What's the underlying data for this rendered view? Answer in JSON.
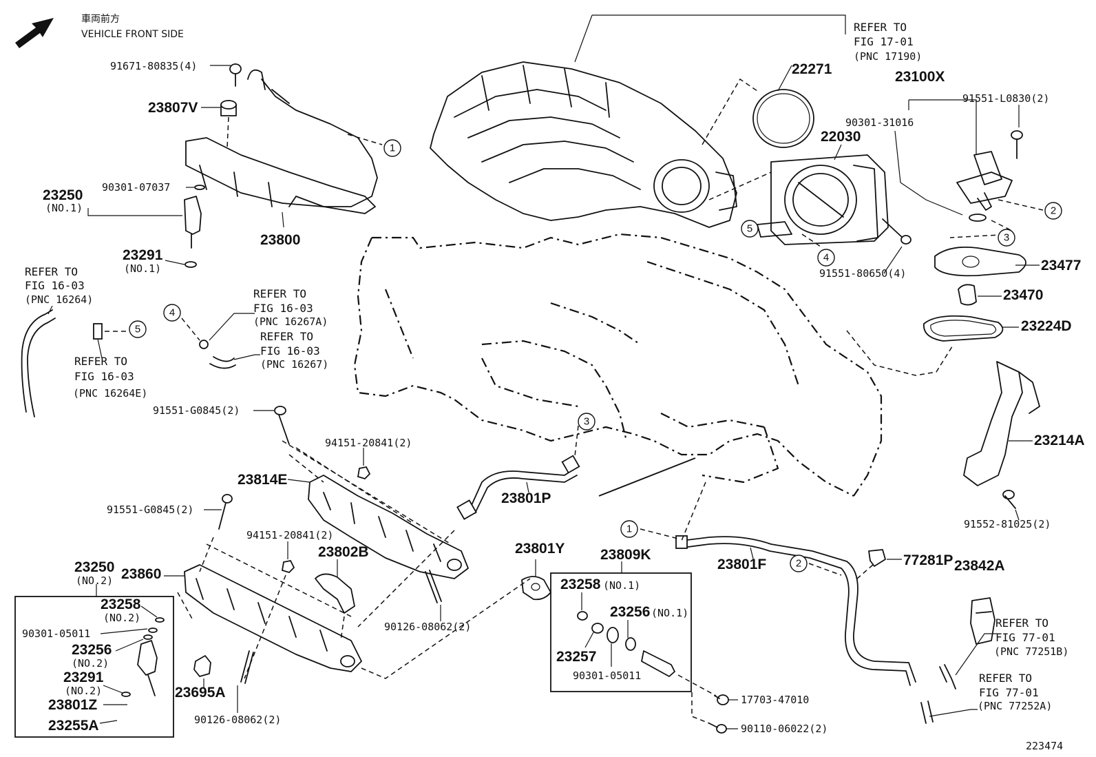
{
  "header": {
    "direction_jp": "車両前方",
    "direction_en": "VEHICLE FRONT SIDE"
  },
  "figure_number": "223474",
  "part_labels": {
    "p91671_80835": "91671-80835(4)",
    "p23807V": "23807V",
    "p23250_no1": "23250",
    "p23250_no1_sub": "(NO.1)",
    "p90301_07037": "90301-07037",
    "p23800": "23800",
    "p23291_no1": "23291",
    "p23291_no1_sub": "(NO.1)",
    "p22271": "22271",
    "p22030": "22030",
    "p23100X": "23100X",
    "p90301_31016": "90301-31016",
    "p91551_L0830": "91551-L0830(2)",
    "p91551_80650": "91551-80650(4)",
    "p23477": "23477",
    "p23470": "23470",
    "p23224D": "23224D",
    "p23214A": "23214A",
    "p91552_81025": "91552-81025(2)",
    "p91551_G0845_a": "91551-G0845(2)",
    "p94151_20841_a": "94151-20841(2)",
    "p23814E": "23814E",
    "p23801P": "23801P",
    "p91551_G0845_b": "91551-G0845(2)",
    "p94151_20841_b": "94151-20841(2)",
    "p23802B": "23802B",
    "p23801Y": "23801Y",
    "p23809K": "23809K",
    "p23801F": "23801F",
    "p77281P": "77281P",
    "p23842A": "23842A",
    "p23250_no2": "23250",
    "p23250_no2_sub": "(NO.2)",
    "p23860": "23860",
    "p23258_no2": "23258",
    "p23258_no2_sub": "(NO.2)",
    "p90301_05011_a": "90301-05011",
    "p23256_no2": "23256",
    "p23256_no2_sub": "(NO.2)",
    "p23291_no2": "23291",
    "p23291_no2_sub": "(NO.2)",
    "p23801Z": "23801Z",
    "p23255A": "23255A",
    "p23695A": "23695A",
    "p90126_08062_a": "90126-08062(2)",
    "p90126_08062_b": "90126-08062(2)",
    "p23258_no1": "23258",
    "p23258_no1_sub": "(NO.1)",
    "p23256_no1": "23256",
    "p23256_no1_sub": "(NO.1)",
    "p23257": "23257",
    "p90301_05011_b": "90301-05011",
    "p17703_47010": "17703-47010",
    "p90110_06022": "90110-06022(2)"
  },
  "references": {
    "ref_17_01": [
      "REFER TO",
      "FIG 17-01",
      "(PNC 17190)"
    ],
    "ref_16264": [
      "REFER TO",
      "FIG 16-03",
      "(PNC 16264)"
    ],
    "ref_16267A": [
      "REFER TO",
      "FIG 16-03",
      "(PNC 16267A)"
    ],
    "ref_16267": [
      "REFER TO",
      "FIG 16-03",
      "(PNC 16267)"
    ],
    "ref_16264E": [
      "REFER TO",
      "FIG 16-03",
      "(PNC 16264E)"
    ],
    "ref_77251B": [
      "REFER TO",
      "FIG 77-01",
      "(PNC 77251B)"
    ],
    "ref_77252A": [
      "REFER TO",
      "FIG 77-01",
      "(PNC 77252A)"
    ]
  },
  "callouts": {
    "c1": "1",
    "c2": "2",
    "c3": "3",
    "c4": "4",
    "c5": "5"
  }
}
